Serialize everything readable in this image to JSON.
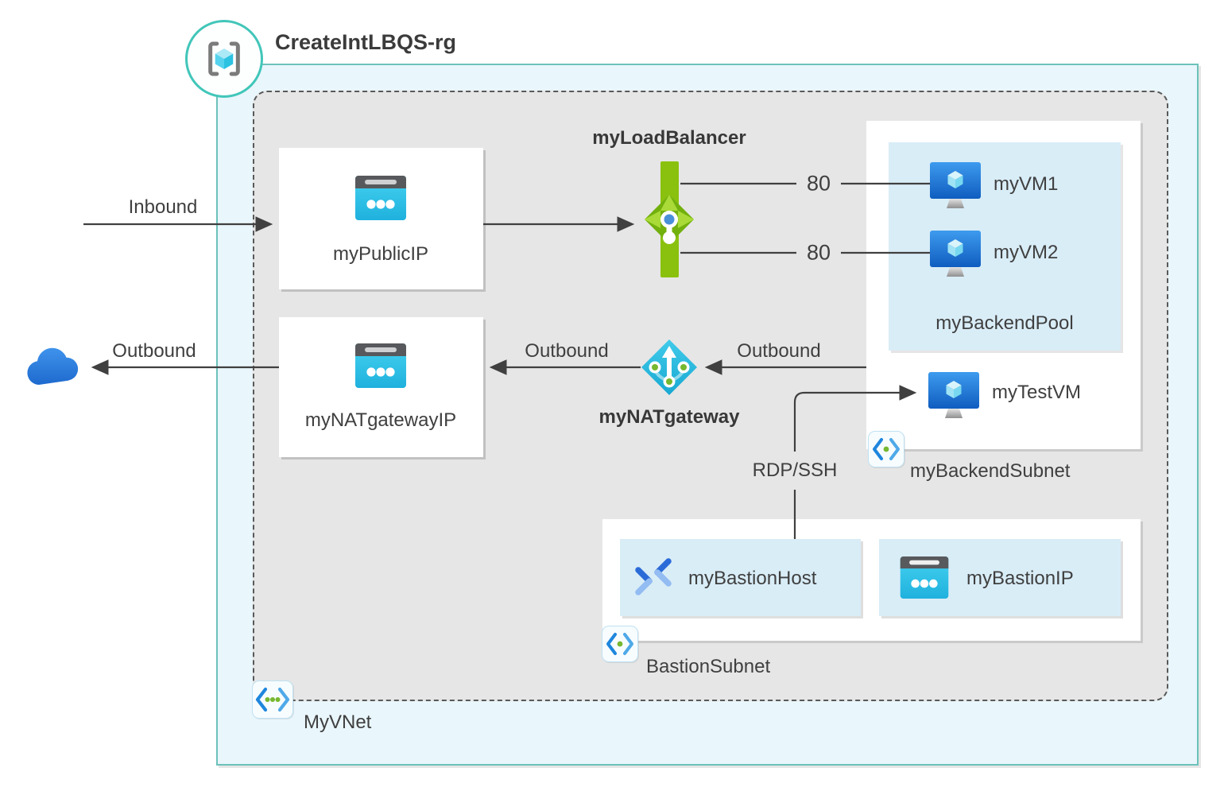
{
  "header": {
    "title": "CreateIntLBQS-rg"
  },
  "vnet": {
    "label": "MyVNet"
  },
  "nodes": {
    "public_ip": {
      "label": "myPublicIP"
    },
    "nat_gateway_ip": {
      "label": "myNATgatewayIP"
    },
    "load_balancer": {
      "label": "myLoadBalancer"
    },
    "nat_gateway": {
      "label": "myNATgateway"
    },
    "vm1": {
      "label": "myVM1"
    },
    "vm2": {
      "label": "myVM2"
    },
    "backend_pool": {
      "label": "myBackendPool"
    },
    "test_vm": {
      "label": "myTestVM"
    },
    "backend_subnet": {
      "label": "myBackendSubnet"
    },
    "bastion_host": {
      "label": "myBastionHost"
    },
    "bastion_ip": {
      "label": "myBastionIP"
    },
    "bastion_subnet": {
      "label": "BastionSubnet"
    }
  },
  "edges": {
    "inbound": "Inbound",
    "outbound_to_internet": "Outbound",
    "outbound_nat_to_ip": "Outbound",
    "outbound_subnet_to_nat": "Outbound",
    "port_vm1": "80",
    "port_vm2": "80",
    "rdp_ssh": "RDP/SSH"
  },
  "icons": {
    "resource_group": "cube-in-brackets",
    "public_ip": "browser-window-dots",
    "virtual_machine": "monitor-cube",
    "load_balancer": "green-diamond-arrows",
    "nat_gateway": "cyan-diamond-fork",
    "subnet": "angle-brackets-one-dot",
    "vnet": "angle-brackets-three-dots",
    "bastion": "blue-chevrons",
    "internet": "cloud"
  },
  "colors": {
    "rg_fill": "#e9f6fc",
    "rg_border": "#6cc2ba",
    "vnet_fill": "#e6e6e6",
    "vnet_border": "#595959",
    "pool_fill": "#d9edf7",
    "connector": "#404040",
    "lb_green": "#86c60e",
    "nat_cyan": "#2bbde4",
    "ip_cyan": "#2ec6ea",
    "vm_blue": "#1f6fd0",
    "cloud_blue": "#2e7fd9",
    "text": "#3f3f3f"
  }
}
